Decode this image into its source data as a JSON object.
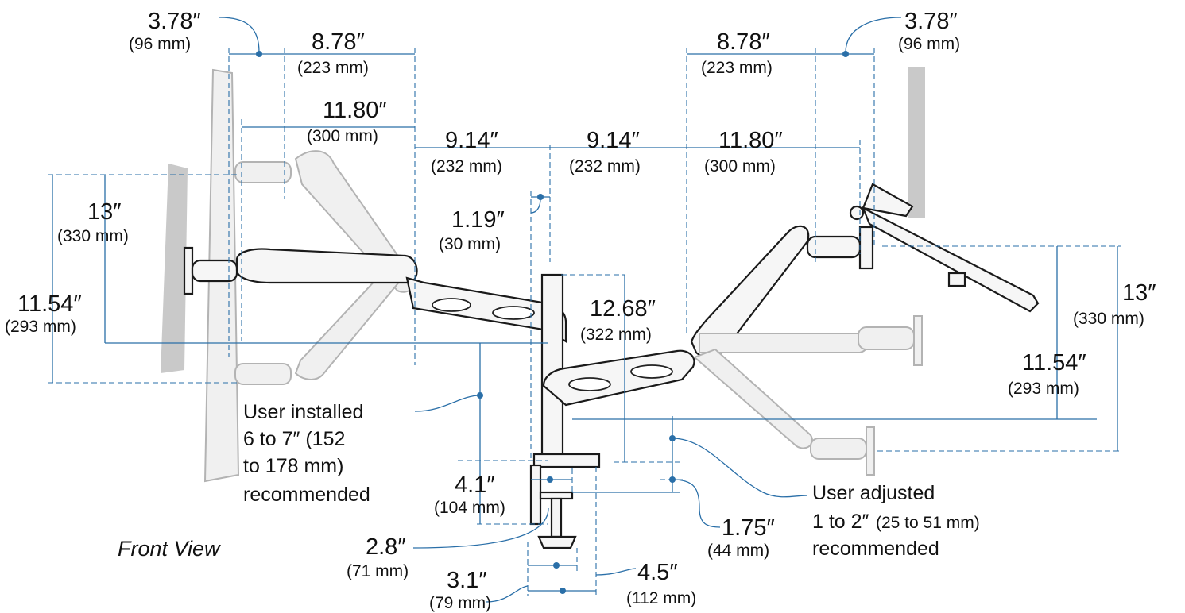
{
  "diagram": {
    "view_label": "Front View",
    "dimensions": [
      {
        "id": "d1",
        "imperial": "3.78″",
        "metric": "(96 mm)"
      },
      {
        "id": "d2",
        "imperial": "8.78″",
        "metric": "(223 mm)"
      },
      {
        "id": "d3",
        "imperial": "11.80″",
        "metric": "(300 mm)"
      },
      {
        "id": "d4",
        "imperial": "9.14″",
        "metric": "(232 mm)"
      },
      {
        "id": "d5",
        "imperial": "9.14″",
        "metric": "(232 mm)"
      },
      {
        "id": "d6",
        "imperial": "11.80″",
        "metric": "(300 mm)"
      },
      {
        "id": "d7",
        "imperial": "8.78″",
        "metric": "(223 mm)"
      },
      {
        "id": "d8",
        "imperial": "3.78″",
        "metric": "(96 mm)"
      },
      {
        "id": "d9",
        "imperial": "13″",
        "metric": "(330  mm)"
      },
      {
        "id": "d10",
        "imperial": "11.54″",
        "metric": "(293 mm)"
      },
      {
        "id": "d11",
        "imperial": "1.19″",
        "metric": "(30 mm)"
      },
      {
        "id": "d12",
        "imperial": "12.68″",
        "metric": "(322 mm)"
      },
      {
        "id": "d13",
        "imperial": "13″",
        "metric": "(330  mm)"
      },
      {
        "id": "d14",
        "imperial": "11.54″",
        "metric": "(293 mm)"
      },
      {
        "id": "d15",
        "imperial": "4.1″",
        "metric": "(104 mm)"
      },
      {
        "id": "d16",
        "imperial": "2.8″",
        "metric": "(71 mm)"
      },
      {
        "id": "d17",
        "imperial": "3.1″",
        "metric": "(79 mm)"
      },
      {
        "id": "d18",
        "imperial": "4.5″",
        "metric": "(112 mm)"
      },
      {
        "id": "d19",
        "imperial": "1.75″",
        "metric": "(44 mm)"
      }
    ],
    "notes": {
      "user_installed": [
        "User installed",
        "6 to 7″ (152",
        "to 178 mm)",
        "recommended"
      ],
      "user_adjusted": [
        "User adjusted",
        "1 to 2″",
        "(25 to 51 mm)",
        "recommended"
      ]
    },
    "colors": {
      "dimension_line": "#2a6fa8",
      "ghost_arm": "#b3b3b3",
      "solid_arm": "#1a1a1a",
      "monitor_shadow": "#c9c9c9"
    }
  }
}
